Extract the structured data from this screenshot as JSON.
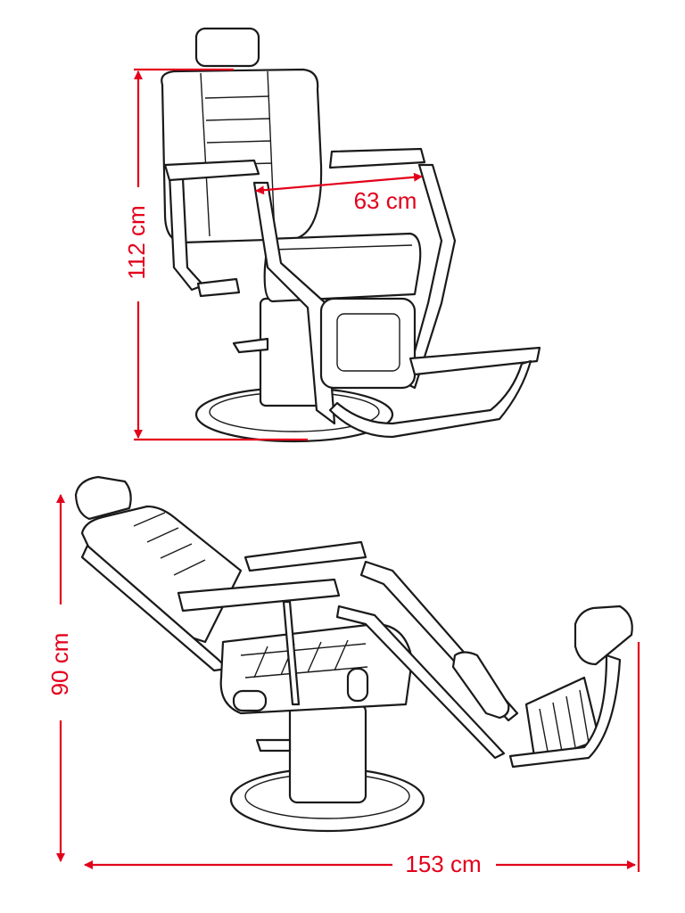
{
  "diagram": {
    "colors": {
      "dimension": "#e3001b",
      "outline": "#1a1a1a",
      "background": "#ffffff"
    },
    "upright_view": {
      "height_label": "112 cm",
      "width_label": "63 cm"
    },
    "reclined_view": {
      "height_label": "90 cm",
      "length_label": "153 cm"
    }
  }
}
